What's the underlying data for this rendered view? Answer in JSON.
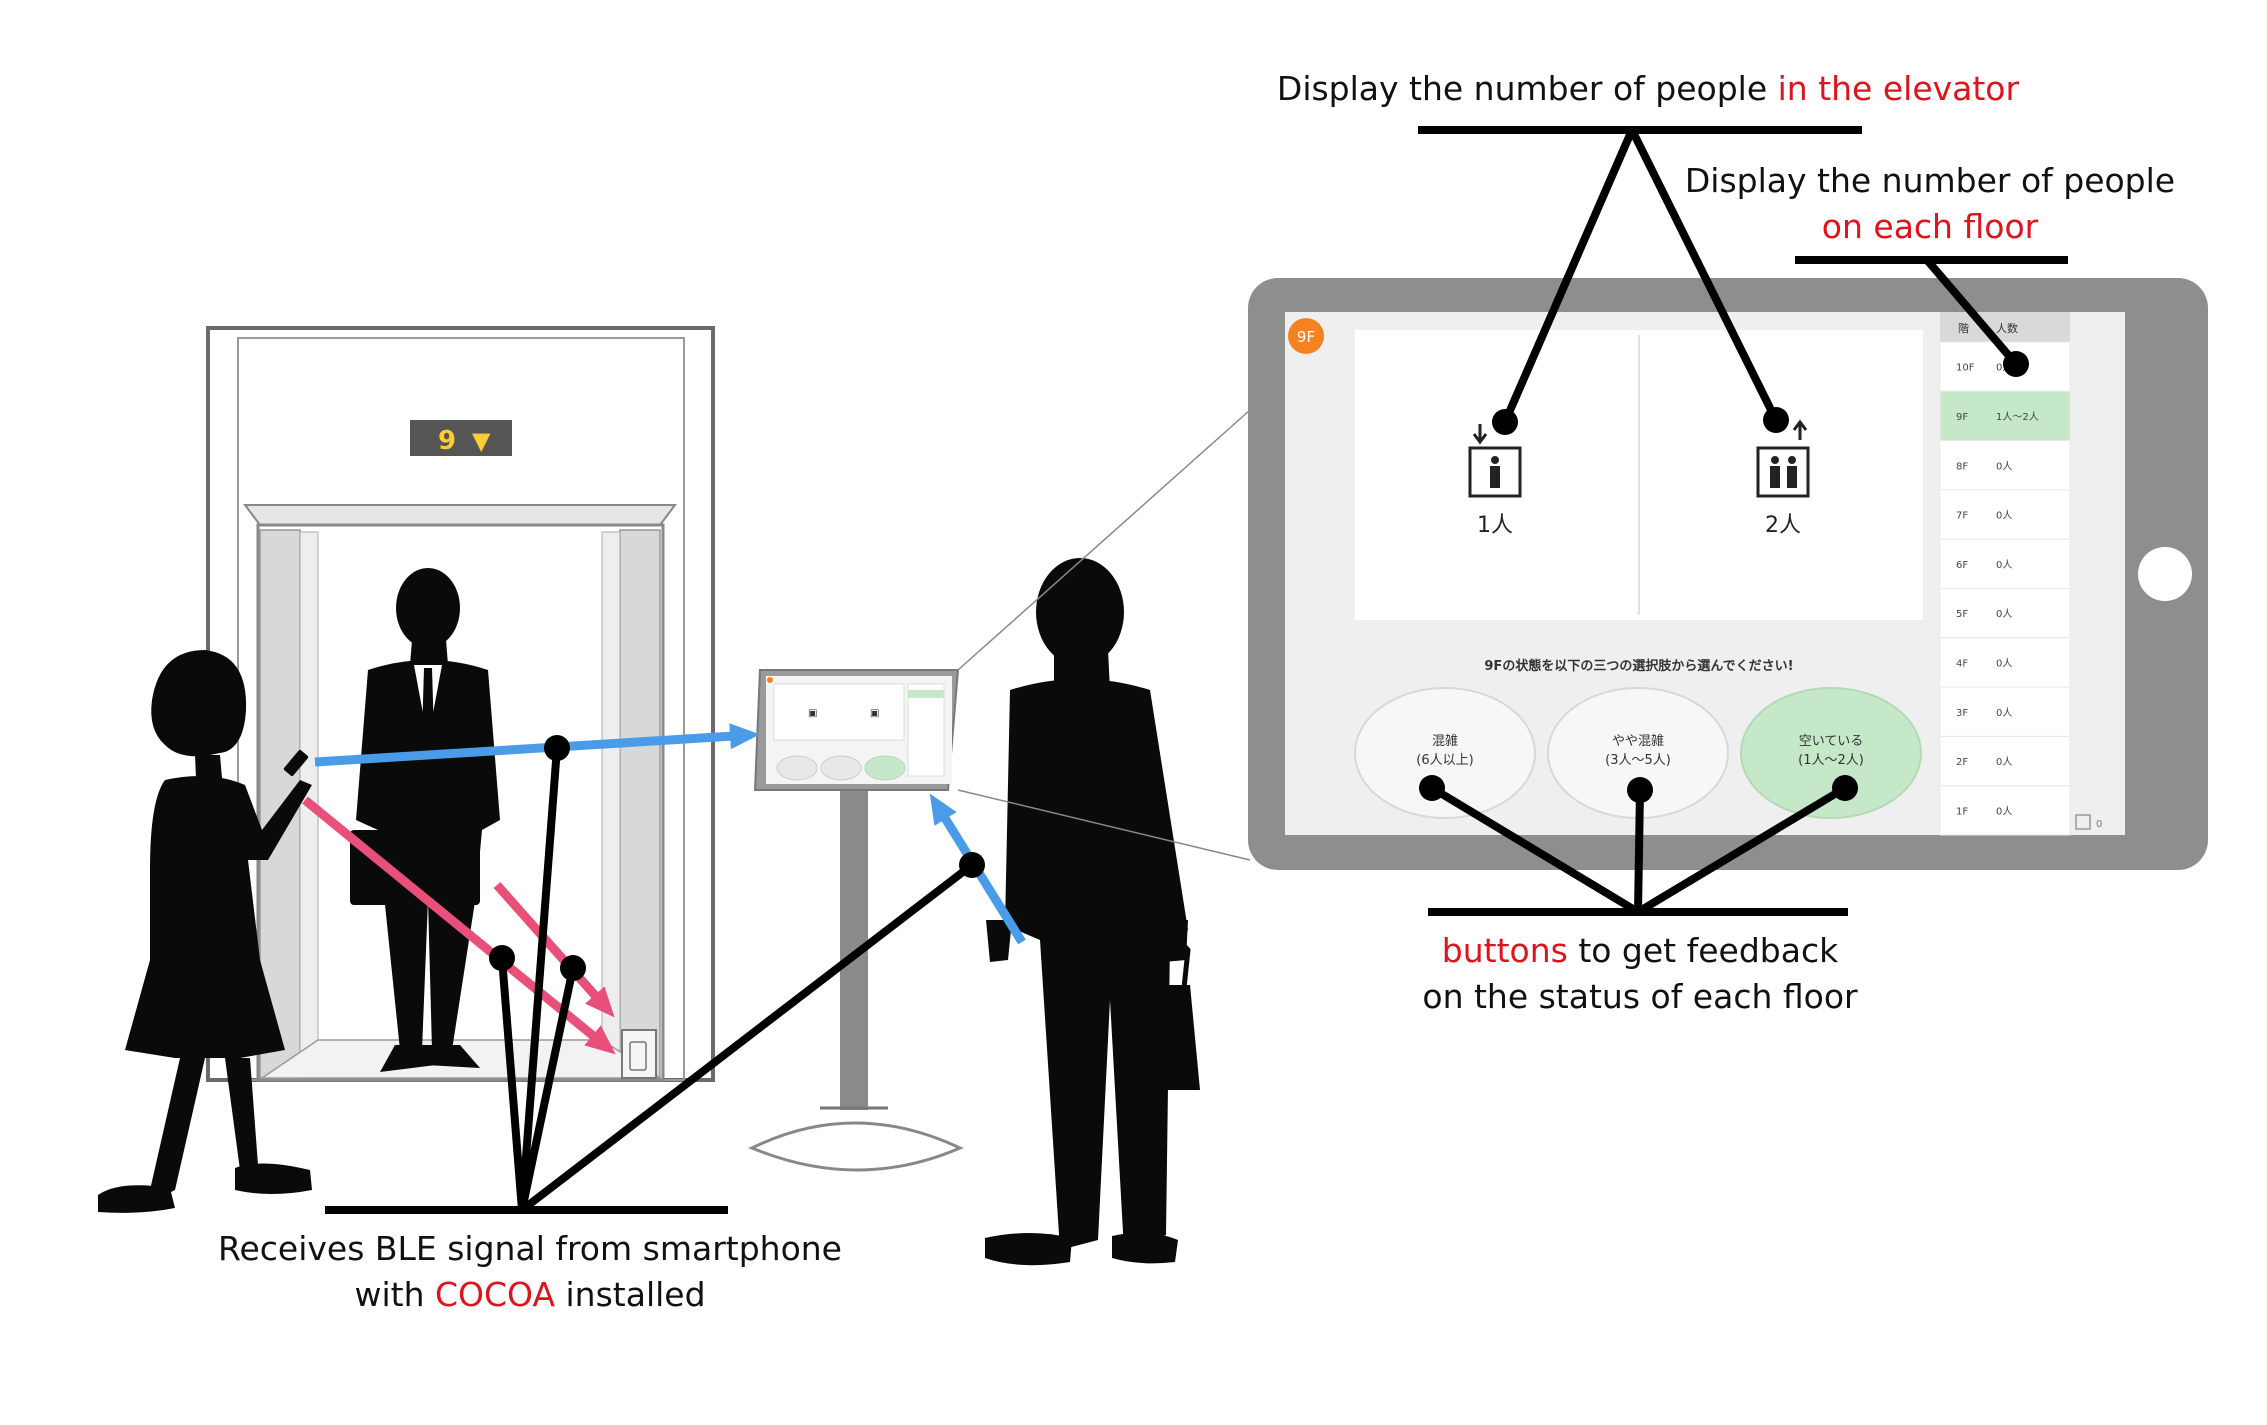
{
  "annotations": {
    "elevator_count": {
      "text": "Display the number of people ",
      "highlight": "in the elevator"
    },
    "floor_count": {
      "line1": "Display the number of people",
      "highlight": "on each floor"
    },
    "buttons": {
      "highlight": "buttons",
      "text1": " to get feedback",
      "line2": "on the status of each floor"
    },
    "ble": {
      "line1": "Receives BLE signal from smartphone",
      "text2": "with ",
      "highlight": "COCOA",
      "text3": " installed"
    }
  },
  "elevator": {
    "floor_indicator": "9",
    "direction": "▼"
  },
  "tablet": {
    "floor_badge": "9F",
    "cars": [
      {
        "count": "1人",
        "direction": "down"
      },
      {
        "count": "2人",
        "direction": "up"
      }
    ],
    "prompt": "9Fの状態を以下の三つの選択肢から選んでください!",
    "buttons": [
      {
        "line1": "混雑",
        "line2": "(6人以上)",
        "selected": false
      },
      {
        "line1": "やや混雑",
        "line2": "(3人〜5人)",
        "selected": false
      },
      {
        "line1": "空いている",
        "line2": "(1人〜2人)",
        "selected": true
      }
    ],
    "floor_table": {
      "headers": [
        "階",
        "人数"
      ],
      "rows": [
        {
          "floor": "10F",
          "count": "0人"
        },
        {
          "floor": "9F",
          "count": "1人〜2人",
          "current": true
        },
        {
          "floor": "8F",
          "count": "0人"
        },
        {
          "floor": "7F",
          "count": "0人"
        },
        {
          "floor": "6F",
          "count": "0人"
        },
        {
          "floor": "5F",
          "count": "0人"
        },
        {
          "floor": "4F",
          "count": "0人"
        },
        {
          "floor": "3F",
          "count": "0人"
        },
        {
          "floor": "2F",
          "count": "0人"
        },
        {
          "floor": "1F",
          "count": "0人"
        }
      ]
    },
    "footer_count": "0"
  },
  "colors": {
    "accent_red": "#e0121b",
    "badge_orange": "#f58220",
    "selected_green": "#c5e8c8",
    "ble_arrow_blue": "#4a9be8",
    "signal_arrow_pink": "#e8507a",
    "silhouette": "#0a0a0a"
  }
}
